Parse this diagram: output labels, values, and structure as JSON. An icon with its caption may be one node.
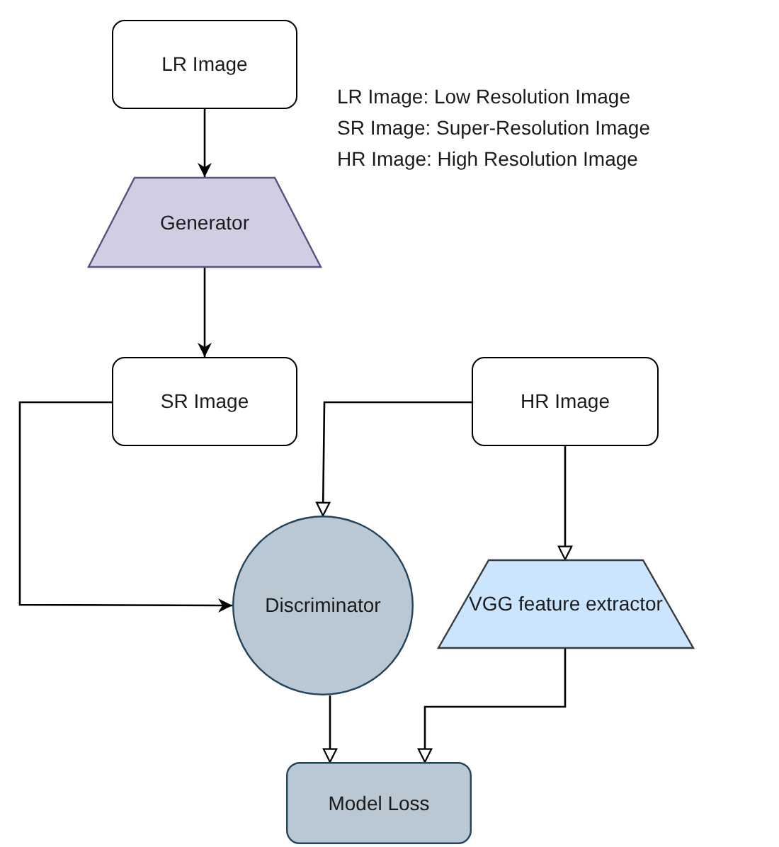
{
  "diagram": {
    "nodes": [
      {
        "text": [
          "LR Image"
        ]
      },
      {
        "text": [
          "Generator"
        ]
      },
      {
        "text": [
          "SR Image"
        ]
      },
      {
        "text": [
          "HR Image"
        ]
      },
      {
        "text": [
          "Discriminator"
        ]
      },
      {
        "text": [
          "VGG feature extractor"
        ]
      },
      {
        "text": [
          "Model Loss"
        ]
      }
    ],
    "edges": [
      {
        "from": 0,
        "to": 1,
        "arrow": "to"
      },
      {
        "from": 1,
        "to": 2,
        "arrow": "to"
      },
      {
        "from": 2,
        "to": 4,
        "arrow": "to"
      },
      {
        "from": 3,
        "to": 4,
        "arrow": "to"
      },
      {
        "from": 3,
        "to": 5,
        "arrow": "to"
      },
      {
        "from": 4,
        "to": 6,
        "arrow": "to"
      },
      {
        "from": 5,
        "to": 6,
        "arrow": "to"
      }
    ],
    "labels": [
      "LR Image: Low Resolution Image",
      "SR Image: Super-Resolution Image",
      "HR Image: High Resolution Image"
    ]
  }
}
